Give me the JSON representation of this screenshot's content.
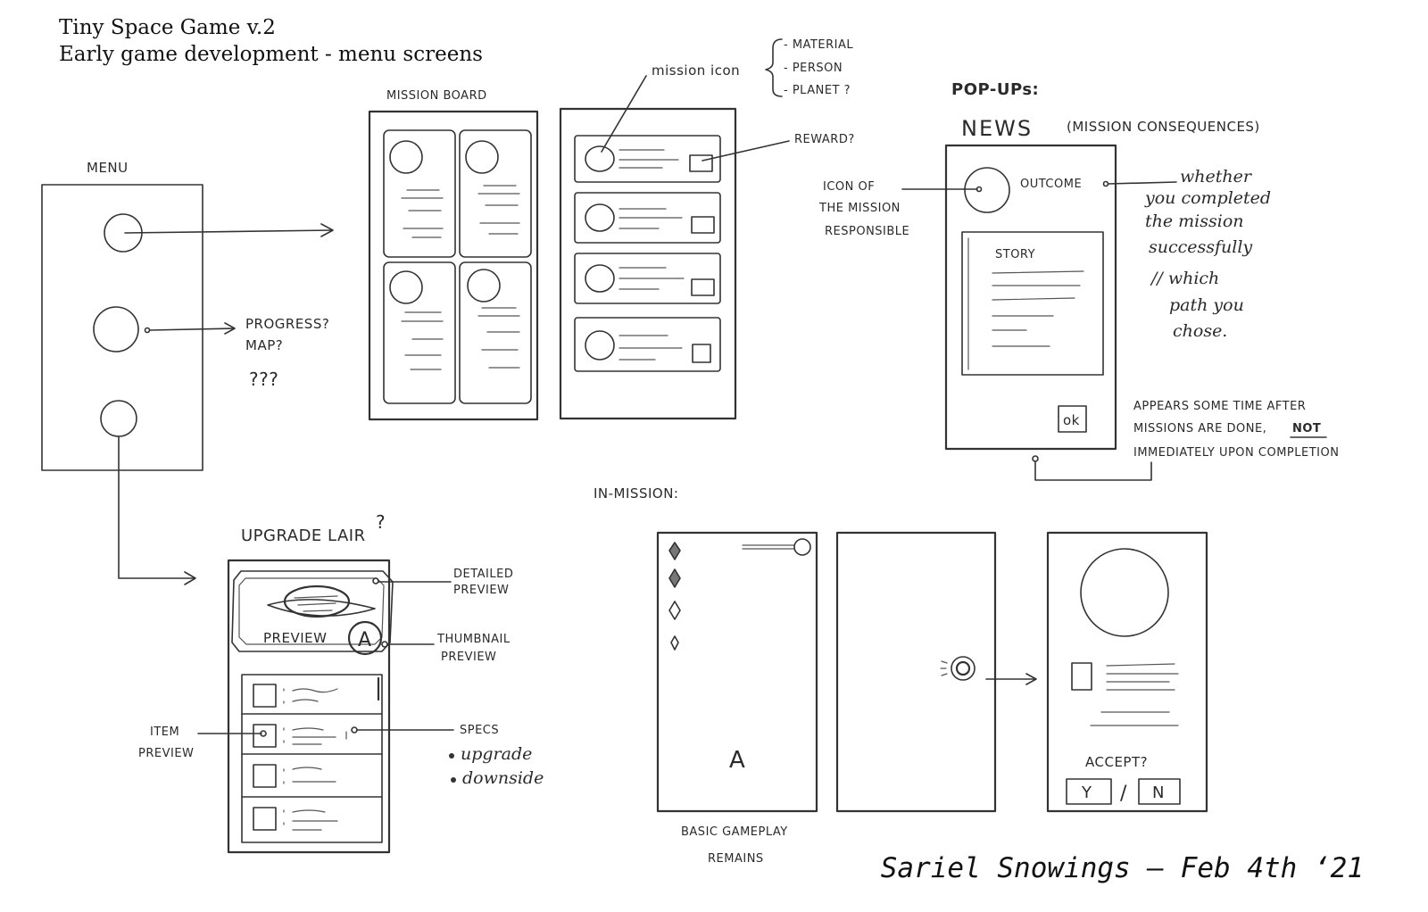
{
  "header": {
    "title_line1": "Tiny Space Game v.2",
    "title_line2": "Early game development - menu screens"
  },
  "signature": "Sariel Snowings – Feb 4th ‘21",
  "menu": {
    "label": "MENU",
    "option_notes": [
      "PROGRESS?",
      "MAP?",
      "???"
    ]
  },
  "mission_board": {
    "label": "MISSION BOARD",
    "mission_icon_label": "mission icon",
    "mission_icon_options": [
      "- MATERIAL",
      "- PERSON",
      "- PLANET ?"
    ],
    "reward_label": "REWARD?"
  },
  "popups": {
    "label": "POP-UPs:",
    "news_title": "NEWS",
    "news_subtitle": "(MISSION CONSEQUENCES)",
    "icon_label": [
      "ICON OF",
      "THE MISSION",
      "RESPONSIBLE"
    ],
    "outcome_label": "OUTCOME",
    "outcome_note": [
      "whether",
      "you completed",
      "the mission",
      "successfully",
      "// which",
      "path you",
      "chose."
    ],
    "story_label": "STORY",
    "ok_label": "ok",
    "appear_note_1": "APPEARS SOME TIME AFTER",
    "appear_note_2": "MISSIONS ARE DONE,",
    "appear_note_not": "NOT",
    "appear_note_3": "IMMEDIATELY UPON COMPLETION"
  },
  "upgrade_lair": {
    "label": "UPGRADE LAIR",
    "question": "?",
    "preview_label": "PREVIEW",
    "thumb_letter": "A",
    "detailed_preview": [
      "DETAILED",
      "PREVIEW"
    ],
    "thumbnail_preview": [
      "THUMBNAIL",
      "PREVIEW"
    ],
    "item_preview": [
      "ITEM",
      "PREVIEW"
    ],
    "specs_label": "SPECS",
    "specs_items": [
      "upgrade",
      "downside"
    ]
  },
  "in_mission": {
    "label": "IN-MISSION:",
    "ship_letter": "A",
    "gameplay_note": [
      "BASIC GAMEPLAY",
      "REMAINS"
    ],
    "accept_label": "ACCEPT?",
    "yes_label": "Y",
    "separator": "/",
    "no_label": "N"
  }
}
